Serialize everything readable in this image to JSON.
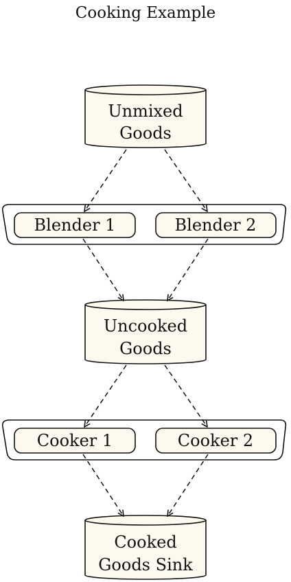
{
  "title": "Cooking Example",
  "colors": {
    "node_fill": "#fdf9ee",
    "stroke": "#111111",
    "background": "#ffffff"
  },
  "stores": {
    "unmixed": {
      "line1": "Unmixed",
      "line2": "Goods"
    },
    "uncooked": {
      "line1": "Uncooked",
      "line2": "Goods"
    },
    "cooked_sink": {
      "line1": "Cooked",
      "line2": "Goods Sink"
    }
  },
  "blenders": {
    "blender1": "Blender 1",
    "blender2": "Blender 2"
  },
  "cookers": {
    "cooker1": "Cooker 1",
    "cooker2": "Cooker 2"
  },
  "edges": [
    {
      "from": "Unmixed Goods",
      "to": "Blender 1",
      "style": "dashed"
    },
    {
      "from": "Unmixed Goods",
      "to": "Blender 2",
      "style": "dashed"
    },
    {
      "from": "Blender 1",
      "to": "Uncooked Goods",
      "style": "dashed"
    },
    {
      "from": "Blender 2",
      "to": "Uncooked Goods",
      "style": "dashed"
    },
    {
      "from": "Uncooked Goods",
      "to": "Cooker 1",
      "style": "dashed"
    },
    {
      "from": "Uncooked Goods",
      "to": "Cooker 2",
      "style": "dashed"
    },
    {
      "from": "Cooker 1",
      "to": "Cooked Goods Sink",
      "style": "dashed"
    },
    {
      "from": "Cooker 2",
      "to": "Cooked Goods Sink",
      "style": "dashed"
    }
  ]
}
